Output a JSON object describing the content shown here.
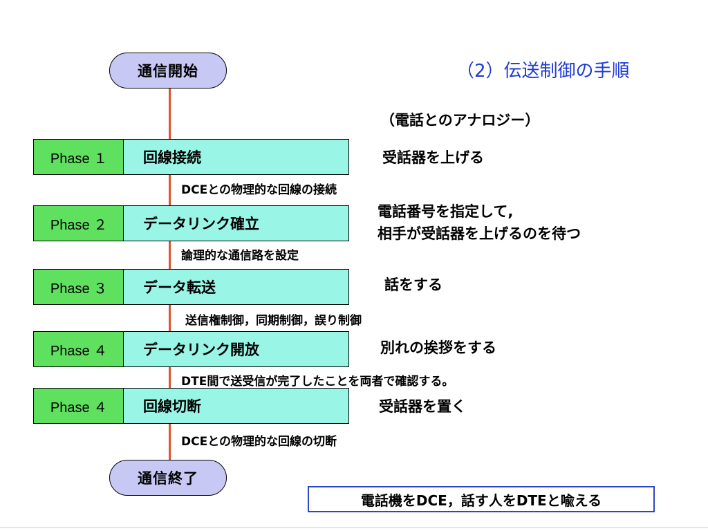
{
  "title": "（2）伝送制御の手順",
  "start_label": "通信開始",
  "end_label": "通信終了",
  "analogy_header": "（電話とのアナロジー）",
  "phases": [
    {
      "label": "Phase １",
      "name": "回線接続",
      "detail": "DCEとの物理的な回線の接続",
      "analogy": "受話器を上げる"
    },
    {
      "label": "Phase ２",
      "name": "データリンク確立",
      "detail": "論理的な通信路を設定",
      "analogy": "電話番号を指定して,\n相手が受話器を上げるのを待つ"
    },
    {
      "label": "Phase ３",
      "name": "データ転送",
      "detail": "送信権制御，同期制御，誤り制御",
      "analogy": "話をする"
    },
    {
      "label": "Phase ４",
      "name": "データリンク開放",
      "detail": "DTE間で送受信が完了したことを両者で確認する。",
      "analogy": "別れの挨拶をする"
    },
    {
      "label": "Phase ４",
      "name": "回線切断",
      "detail": "DCEとの物理的な回線の切断",
      "analogy": "受話器を置く"
    }
  ],
  "note": "電話機をDCE，話す人をDTEと喩える",
  "colors": {
    "pill": "#c8c8f5",
    "phase_label": "#5fe05f",
    "phase_box": "#99f5e6",
    "connector": "#e0522a",
    "title": "#1f3ad6",
    "note_border": "#2c46c8"
  }
}
